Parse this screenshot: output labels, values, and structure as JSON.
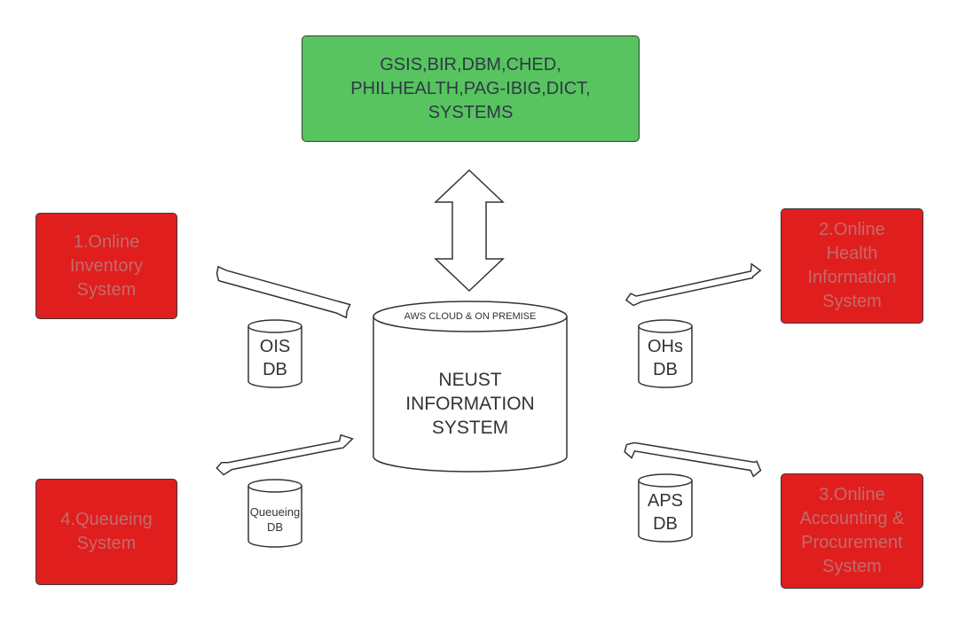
{
  "external": {
    "label": "GSIS,BIR,DBM,CHED,\nPHILHEALTH,PAG-IBIG,DICT,\nSYSTEMS",
    "color": "#57c45f"
  },
  "central": {
    "top_label": "AWS CLOUD & ON PREMISE",
    "label": "NEUST\nINFORMATION\nSYSTEM"
  },
  "systems": {
    "inventory": "1.Online\nInventory\nSystem",
    "health": "2.Online\nHealth\nInformation\nSystem",
    "accounting": "3.Online\nAccounting &\nProcurement\nSystem",
    "queueing": "4.Queueing\nSystem",
    "color": "#e01e1e"
  },
  "databases": {
    "ois": "OIS\nDB",
    "ohs": "OHs\nDB",
    "queueing": "Queueing\nDB",
    "aps": "APS\nDB"
  }
}
